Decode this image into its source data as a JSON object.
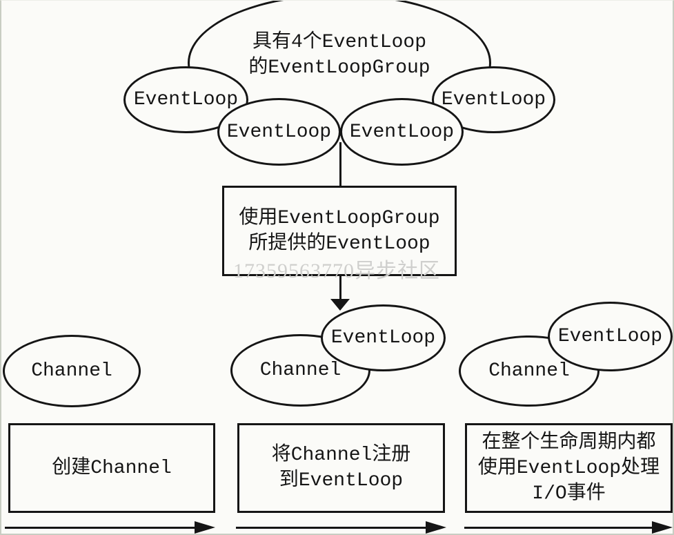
{
  "title_ellipse": {
    "line1": "具有4个EventLoop",
    "line2": "的EventLoopGroup"
  },
  "top_event_loops": [
    {
      "label": "EventLoop"
    },
    {
      "label": "EventLoop"
    },
    {
      "label": "EventLoop"
    },
    {
      "label": "EventLoop"
    }
  ],
  "provide_box": {
    "line1": "使用EventLoopGroup",
    "line2": "所提供的EventLoop"
  },
  "watermark": {
    "text": "17359563770异步社区",
    "color": "#cfcfcd"
  },
  "stages": [
    {
      "channel": "Channel",
      "box_lines": [
        "创建Channel"
      ]
    },
    {
      "channel": "Channel",
      "event_loop": "EventLoop",
      "box_lines": [
        "将Channel注册",
        "到EventLoop"
      ]
    },
    {
      "channel": "Channel",
      "event_loop": "EventLoop",
      "box_lines": [
        "在整个生命周期内都",
        "使用EventLoop处理",
        "I/O事件"
      ]
    }
  ],
  "colors": {
    "line": "#151515",
    "fill": "#fbfbf8",
    "background": "#fbfbf8",
    "watermark": "#cfcfcd"
  }
}
